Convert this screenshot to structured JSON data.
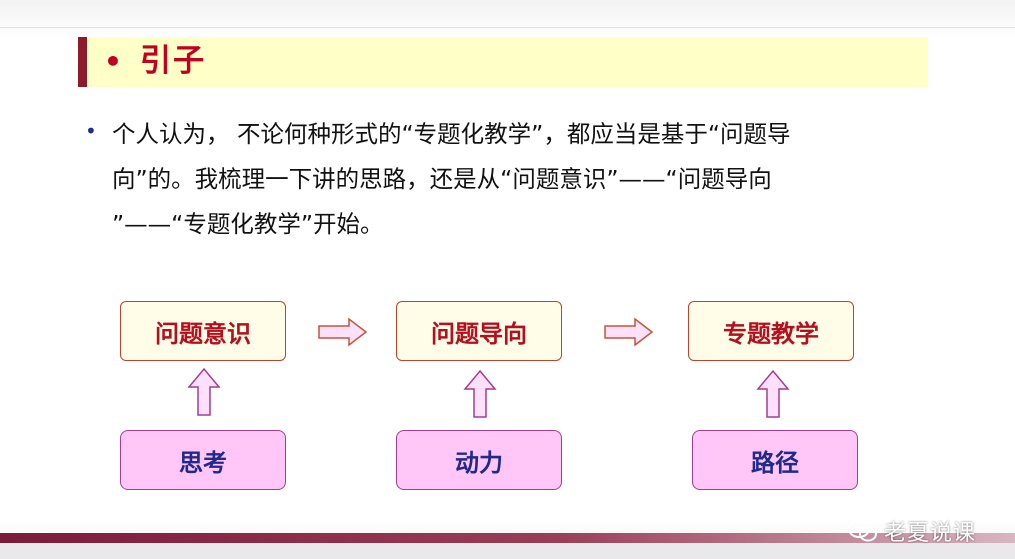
{
  "slide": {
    "title_bullet": "•",
    "title": "引子",
    "body_bullet": "•",
    "body_lines": [
      "个人认为， 不论何种形式的“专题化教学”，都应当是基于“问题导",
      "向”的。我梳理一下讲的思路，还是从“问题意识”——“问题导向",
      "”——“专题化教学”开始。"
    ]
  },
  "diagram": {
    "top_boxes": [
      "问题意识",
      "问题导向",
      "专题教学"
    ],
    "bottom_boxes": [
      "思考",
      "动力",
      "路径"
    ]
  },
  "watermark": {
    "text": "老夏说课",
    "icon": "wechat-icon"
  },
  "colors": {
    "title_red": "#c0001e",
    "title_bar": "#ffffc8",
    "accent_maroon": "#8c1c2c",
    "top_box_fill": "#fffde8",
    "bottom_box_fill": "#ffc6f7",
    "arrow_fill": "#ffe0fa"
  }
}
